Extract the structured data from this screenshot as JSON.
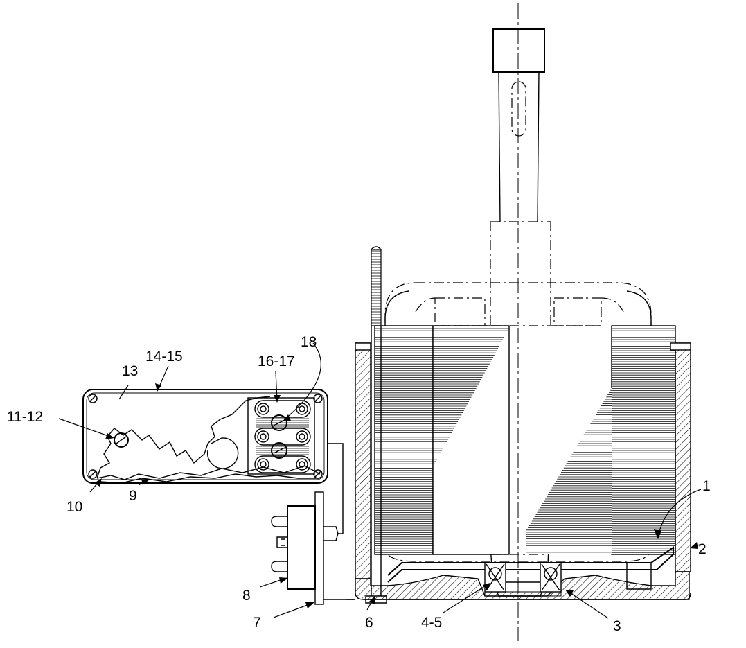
{
  "diagram": {
    "callouts": [
      {
        "id": "c1",
        "text": "1"
      },
      {
        "id": "c2",
        "text": "2"
      },
      {
        "id": "c3",
        "text": "3"
      },
      {
        "id": "c45",
        "text": "4-5"
      },
      {
        "id": "c6",
        "text": "6"
      },
      {
        "id": "c7",
        "text": "7"
      },
      {
        "id": "c8",
        "text": "8"
      },
      {
        "id": "c9",
        "text": "9"
      },
      {
        "id": "c10",
        "text": "10"
      },
      {
        "id": "c1112",
        "text": "11-12"
      },
      {
        "id": "c13",
        "text": "13"
      },
      {
        "id": "c1415",
        "text": "14-15"
      },
      {
        "id": "c1617",
        "text": "16-17"
      },
      {
        "id": "c18",
        "text": "18"
      }
    ]
  }
}
